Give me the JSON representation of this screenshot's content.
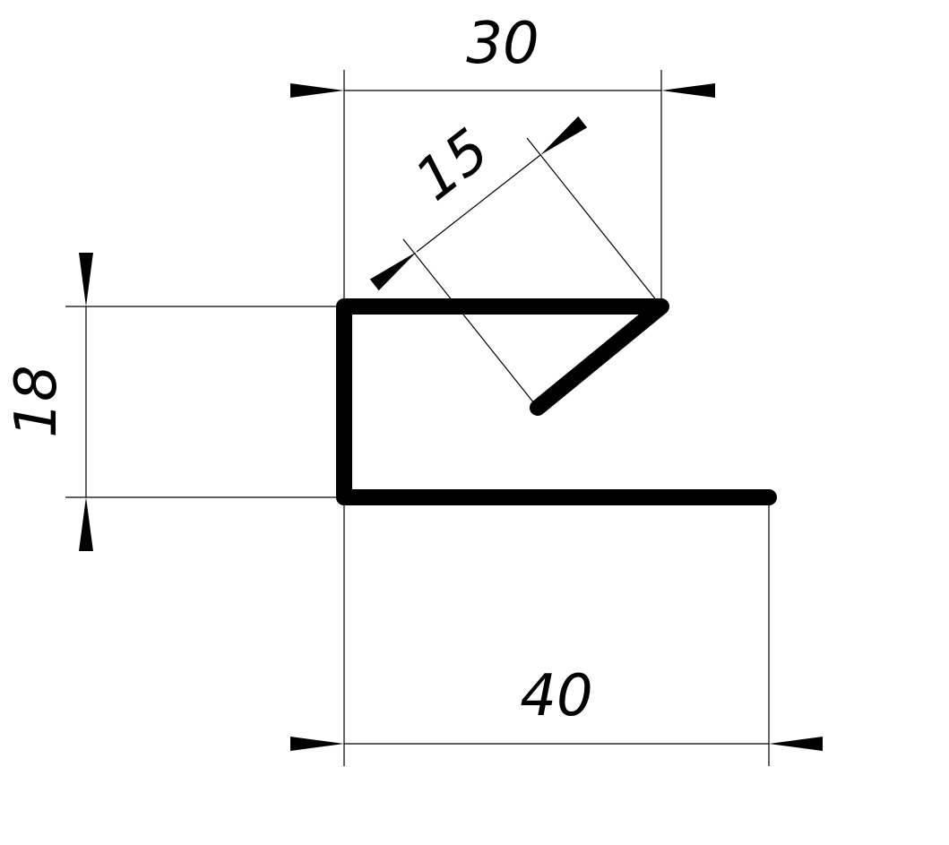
{
  "colors": {
    "line": "#000000",
    "background": "#ffffff"
  },
  "dimensions": {
    "width_top": "30",
    "diagonal": "15",
    "height": "18",
    "width_bottom": "40"
  }
}
